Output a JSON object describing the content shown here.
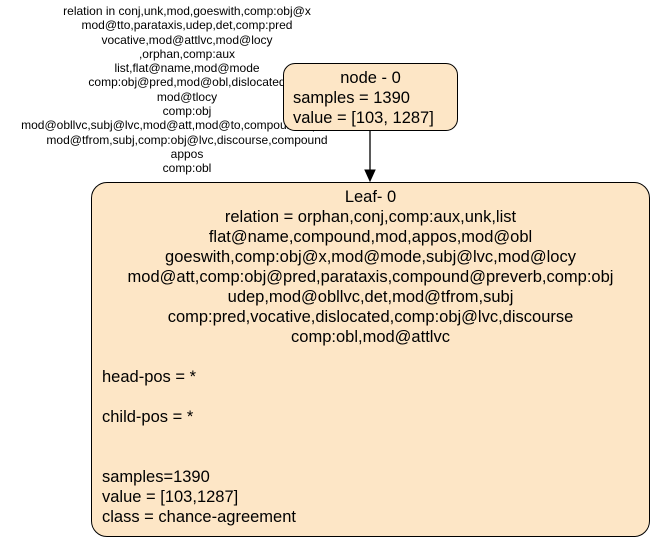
{
  "edge": {
    "label_lines": [
      "relation in conj,unk,mod,goeswith,comp:obj@x",
      "mod@tto,parataxis,udep,det,comp:pred",
      "vocative,mod@attlvc,mod@locy",
      ",orphan,comp:aux",
      "list,flat@name,mod@mode",
      "comp:obj@pred,mod@obl,dislocated",
      "mod@tlocy",
      "comp:obj",
      "mod@obllvc,subj@lvc,mod@att,mod@to,compound@preverb",
      "mod@tfrom,subj,comp:obj@lvc,discourse,compound",
      "appos",
      "comp:obl"
    ]
  },
  "root": {
    "title": "node - 0",
    "samples": "samples = 1390",
    "value": "value = [103, 1287]"
  },
  "leaf": {
    "title": "Leaf- 0",
    "relation_lines": [
      "relation = orphan,conj,comp:aux,unk,list",
      "flat@name,compound,mod,appos,mod@obl",
      "goeswith,comp:obj@x,mod@mode,subj@lvc,mod@locy",
      "mod@att,comp:obj@pred,parataxis,compound@preverb,comp:obj",
      "udep,mod@obllvc,det,mod@tfrom,subj",
      "comp:pred,vocative,dislocated,comp:obj@lvc,discourse",
      "comp:obl,mod@attlvc"
    ],
    "head_pos": "head-pos = *",
    "child_pos": "child-pos = *",
    "samples": "samples=1390",
    "value": "value = [103,1287]",
    "class": "class = chance-agreement"
  }
}
